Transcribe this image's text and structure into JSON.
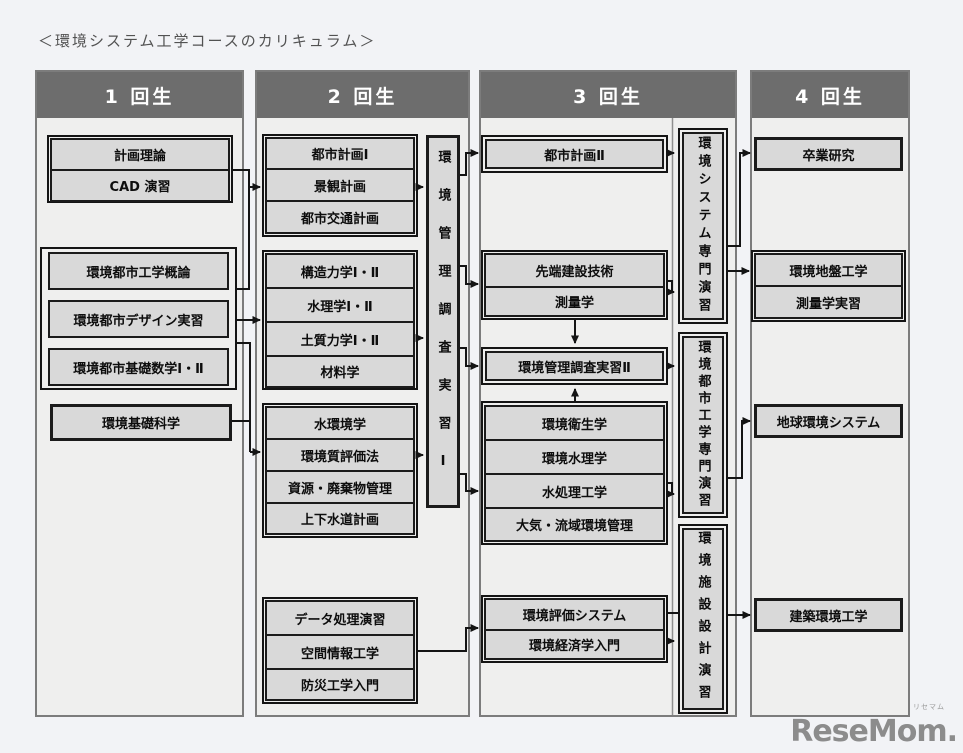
{
  "title": "＜環境システム工学コースのカリキュラム＞",
  "watermark": {
    "brand": "ReseMom.",
    "kana": "リセマム"
  },
  "colors": {
    "page_bg": "#f2f3f6",
    "panel_bg": "#efefee",
    "panel_border": "#7c7c7c",
    "header_bg": "#6d6d6d",
    "header_text": "#ffffff",
    "box_fill": "#d9d9d9",
    "box_border": "#1b1b1b",
    "connector": "#141414"
  },
  "columns": [
    {
      "header": "1 回生",
      "boxes": {
        "keikaku": "計画理論",
        "cad": "CAD 演習",
        "gairon": "環境都市工学概論",
        "design": "環境都市デザイン実習",
        "kisosugaku": "環境都市基礎数学Ⅰ・Ⅱ",
        "kisokagaku": "環境基礎科学"
      }
    },
    {
      "header": "2 回生",
      "boxes": {
        "toshi1": "都市計画Ⅰ",
        "keikan": "景観計画",
        "kotsu": "都市交通計画",
        "kozo": "構造力学Ⅰ・Ⅱ",
        "suiri": "水理学Ⅰ・Ⅱ",
        "doshitsu": "土質力学Ⅰ・Ⅱ",
        "zairyo": "材料学",
        "mizu": "水環境学",
        "hyokaho": "環境質評価法",
        "shigen": "資源・廃棄物管理",
        "jogesui": "上下水道計画",
        "datashori": "データ処理演習",
        "kukan": "空間情報工学",
        "bosai": "防災工学入門",
        "jisshu1": "環境管理調査実習Ⅰ"
      }
    },
    {
      "header": "3 回生",
      "boxes": {
        "toshi2": "都市計画Ⅱ",
        "sentan": "先端建設技術",
        "sokuryo": "測量学",
        "jisshu2": "環境管理調査実習Ⅱ",
        "eisei": "環境衛生学",
        "suirigaku": "環境水理学",
        "mizushori": "水処理工学",
        "taiki": "大気・流域環境管理",
        "hyokasys": "環境評価システム",
        "keizai": "環境経済学入門",
        "enshu1": "環境システム専門演習",
        "enshu2": "環境都市工学専門演習",
        "enshu3": "環境施設設計演習"
      }
    },
    {
      "header": "4 回生",
      "boxes": {
        "sotsugyo": "卒業研究",
        "jiban": "環境地盤工学",
        "sokuryojisshu": "測量学実習",
        "chikyu": "地球環境システム",
        "kenchiku": "建築環境工学"
      }
    }
  ]
}
